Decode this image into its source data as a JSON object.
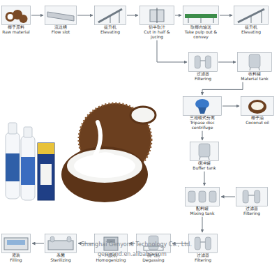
{
  "diagram": {
    "nodes": [
      {
        "text": [
          "椰子原料",
          "Raw material"
        ]
      },
      {
        "text": [
          "流送槽",
          "Flow slot"
        ]
      },
      {
        "text": [
          "提升机",
          "Elevating"
        ]
      },
      {
        "text": [
          "切半取汁",
          "Cut in half & jucing"
        ]
      },
      {
        "text": [
          "取椰肉输送",
          "Take pulp out & convey"
        ]
      },
      {
        "text": [
          "提升机",
          "Elevating"
        ]
      },
      {
        "text": [
          "过滤器",
          "Filtering"
        ]
      },
      {
        "text": [
          "收料罐",
          "Material tank"
        ]
      },
      {
        "text": [
          "三相碟式分离",
          "Tripase disc centrifuge"
        ]
      },
      {
        "text": [
          "椰子油",
          "Coconut oil"
        ]
      },
      {
        "text": [
          "缓冲罐",
          "Buffer tank"
        ]
      },
      {
        "text": [
          "配料罐",
          "Mixing tank"
        ]
      },
      {
        "text": [
          "过滤器",
          "Filtering"
        ]
      },
      {
        "text": [
          "灌装",
          "Filling"
        ]
      },
      {
        "text": [
          "杀菌",
          "Sterilizing"
        ]
      },
      {
        "text": [
          "均质机",
          "Homogenizing"
        ]
      },
      {
        "text": [
          "脱气机",
          "Degassing"
        ]
      },
      {
        "text": [
          "过滤器",
          "Filtering"
        ]
      }
    ],
    "edges": [
      {
        "from": 0,
        "to": 1,
        "arrow": "to"
      },
      {
        "from": 1,
        "to": 2,
        "arrow": "to"
      },
      {
        "from": 2,
        "to": 3,
        "arrow": "to"
      },
      {
        "from": 3,
        "to": 4,
        "arrow": "to"
      },
      {
        "from": 4,
        "to": 5,
        "arrow": "to"
      },
      {
        "from": 3,
        "to": 6,
        "arrow": "to"
      },
      {
        "from": 6,
        "to": 7,
        "arrow": "to"
      },
      {
        "from": 7,
        "to": 8,
        "arrow": "to"
      },
      {
        "from": 8,
        "to": 9,
        "arrow": "to"
      },
      {
        "from": 8,
        "to": 10,
        "arrow": "to"
      },
      {
        "from": 10,
        "to": 11,
        "arrow": "to"
      },
      {
        "from": 12,
        "to": 11,
        "arrow": "to"
      },
      {
        "from": 11,
        "to": 17,
        "arrow": "to"
      },
      {
        "from": 17,
        "to": 16,
        "arrow": "to"
      },
      {
        "from": 16,
        "to": 15,
        "arrow": "to"
      },
      {
        "from": 15,
        "to": 14,
        "arrow": "to"
      },
      {
        "from": 14,
        "to": 13,
        "arrow": "to"
      }
    ],
    "labels": [
      "Shanghai Genyond Technology Co., Ltd.",
      "genyond.en.alibaba.com"
    ]
  }
}
